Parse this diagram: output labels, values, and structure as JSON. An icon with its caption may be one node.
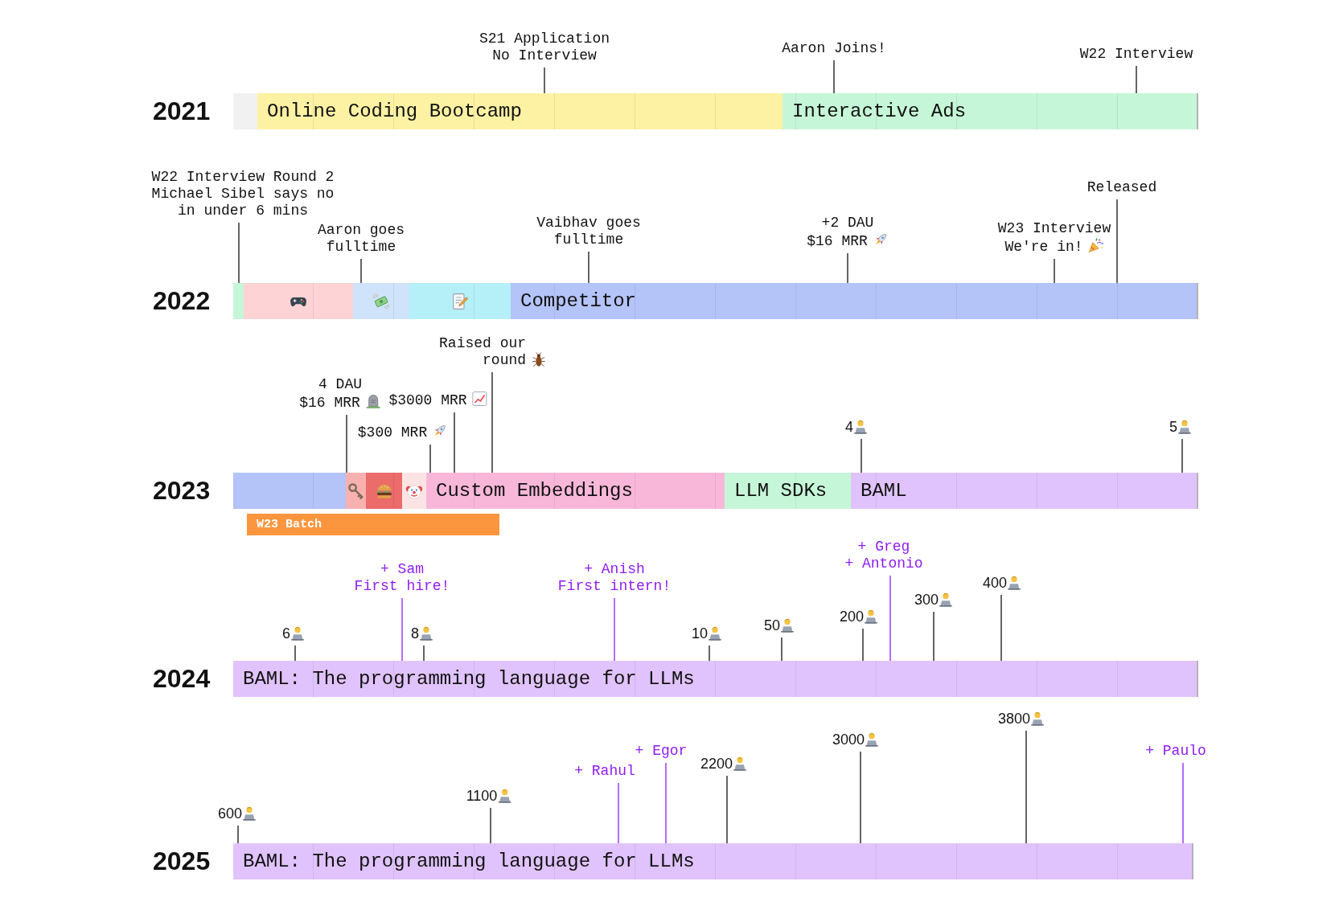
{
  "diagram": {
    "nodes": [
      {
        "text": [
          "S21 Application",
          "No Interview"
        ]
      },
      {
        "text": [
          "Aaron Joins!"
        ]
      },
      {
        "text": [
          "W22 Interview"
        ]
      },
      {
        "text": [],
        "shape": "bar"
      },
      {
        "text": [
          "Online Coding Bootcamp"
        ]
      },
      {
        "text": [
          "Interactive Ads"
        ]
      },
      {
        "text": [
          "W22 Interview Round 2",
          "Michael Sibel says no in under 6 mins"
        ]
      },
      {
        "text": [
          "Aaron goes fulltime"
        ]
      },
      {
        "text": [
          "Vaibhav goes fulltime"
        ]
      },
      {
        "text": [
          "+2 DAU",
          "$16 MRR"
        ]
      },
      {
        "text": [
          "W23 Interview",
          "We're in!"
        ]
      },
      {
        "text": [
          "Released"
        ]
      },
      {
        "text": [],
        "shape": "bar"
      },
      {
        "text": [],
        "shape": "bar"
      },
      {
        "text": [],
        "shape": "bar"
      },
      {
        "text": [],
        "shape": "bar"
      },
      {
        "text": [
          "Competitor"
        ]
      },
      {
        "text": [
          "4 DAU",
          "$16 MRR"
        ]
      },
      {
        "text": [
          "$300 MRR"
        ]
      },
      {
        "text": [
          "$3000 MRR"
        ]
      },
      {
        "text": [
          "Raised our round"
        ]
      },
      {
        "text": [
          "4"
        ]
      },
      {
        "text": [
          "5"
        ]
      },
      {
        "text": [],
        "shape": "bar"
      },
      {
        "text": [],
        "shape": "bar"
      },
      {
        "text": [],
        "shape": "bar"
      },
      {
        "text": [],
        "shape": "bar"
      },
      {
        "text": [
          "Custom Embeddings"
        ]
      },
      {
        "text": [
          "LLM SDKs"
        ]
      },
      {
        "text": [
          "BAML"
        ]
      },
      {
        "text": [
          "W23 Batch"
        ]
      },
      {
        "text": [
          "6"
        ]
      },
      {
        "text": [
          "+ Sam",
          "First hire!"
        ]
      },
      {
        "text": [
          "8"
        ]
      },
      {
        "text": [
          "+ Anish",
          "First intern!"
        ]
      },
      {
        "text": [
          "10"
        ]
      },
      {
        "text": [
          "50"
        ]
      },
      {
        "text": [
          "200"
        ]
      },
      {
        "text": [
          "+ Greg",
          "+ Antonio"
        ]
      },
      {
        "text": [
          "300"
        ]
      },
      {
        "text": [
          "400"
        ]
      },
      {
        "text": [
          "BAML: The programming language for LLMs"
        ]
      },
      {
        "text": [
          "600"
        ]
      },
      {
        "text": [
          "1100"
        ]
      },
      {
        "text": [
          "+ Rahul"
        ]
      },
      {
        "text": [
          "+ Egor"
        ]
      },
      {
        "text": [
          "2200"
        ]
      },
      {
        "text": [
          "3000"
        ]
      },
      {
        "text": [
          "3800"
        ]
      },
      {
        "text": [
          "+ Paulo"
        ]
      },
      {
        "text": [
          "BAML: The programming language for LLMs"
        ]
      }
    ],
    "edges": [
      {
        "from": 0,
        "to": 4,
        "arrow": "none"
      },
      {
        "from": 1,
        "to": 5,
        "arrow": "none"
      },
      {
        "from": 2,
        "to": 5,
        "arrow": "none"
      },
      {
        "from": 6,
        "to": 12,
        "arrow": "none"
      },
      {
        "from": 7,
        "to": 14,
        "arrow": "none"
      },
      {
        "from": 8,
        "to": 16,
        "arrow": "none"
      },
      {
        "from": 9,
        "to": 16,
        "arrow": "none"
      },
      {
        "from": 10,
        "to": 16,
        "arrow": "none"
      },
      {
        "from": 11,
        "to": 16,
        "arrow": "none"
      },
      {
        "from": 17,
        "to": 24,
        "arrow": "none"
      },
      {
        "from": 18,
        "to": 27,
        "arrow": "none"
      },
      {
        "from": 19,
        "to": 27,
        "arrow": "none"
      },
      {
        "from": 20,
        "to": 27,
        "arrow": "none"
      },
      {
        "from": 21,
        "to": 29,
        "arrow": "none"
      },
      {
        "from": 22,
        "to": 29,
        "arrow": "none"
      },
      {
        "from": 31,
        "to": 41,
        "arrow": "none"
      },
      {
        "from": 32,
        "to": 41,
        "arrow": "none",
        "color": "#8f1cf5"
      },
      {
        "from": 33,
        "to": 41,
        "arrow": "none"
      },
      {
        "from": 34,
        "to": 41,
        "arrow": "none",
        "color": "#8f1cf5"
      },
      {
        "from": 35,
        "to": 41,
        "arrow": "none"
      },
      {
        "from": 36,
        "to": 41,
        "arrow": "none"
      },
      {
        "from": 37,
        "to": 41,
        "arrow": "none"
      },
      {
        "from": 38,
        "to": 41,
        "arrow": "none",
        "color": "#8f1cf5"
      },
      {
        "from": 39,
        "to": 41,
        "arrow": "none"
      },
      {
        "from": 40,
        "to": 41,
        "arrow": "none"
      },
      {
        "from": 42,
        "to": 50,
        "arrow": "none"
      },
      {
        "from": 43,
        "to": 50,
        "arrow": "none"
      },
      {
        "from": 44,
        "to": 50,
        "arrow": "none",
        "color": "#8f1cf5"
      },
      {
        "from": 45,
        "to": 50,
        "arrow": "none",
        "color": "#8f1cf5"
      },
      {
        "from": 46,
        "to": 50,
        "arrow": "none"
      },
      {
        "from": 47,
        "to": 50,
        "arrow": "none"
      },
      {
        "from": 48,
        "to": 50,
        "arrow": "none"
      },
      {
        "from": 49,
        "to": 50,
        "arrow": "none",
        "color": "#8f1cf5"
      }
    ],
    "labels": [
      "2021",
      "2022",
      "2023",
      "2024",
      "2025"
    ]
  }
}
